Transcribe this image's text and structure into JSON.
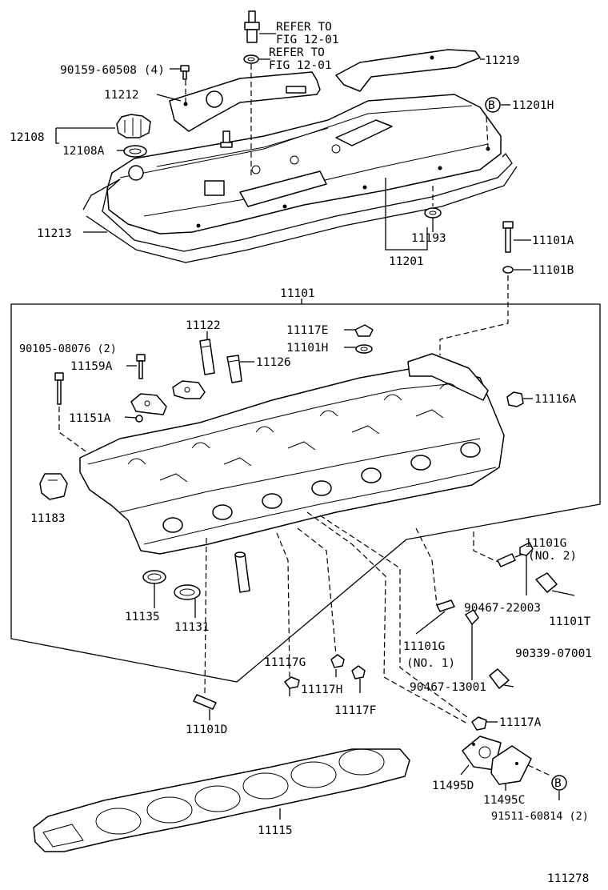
{
  "title": "",
  "diagram_id": "111278",
  "callouts": {
    "refer_1": "REFER TO",
    "refer_1b": "FIG 12-01",
    "refer_2": "REFER TO",
    "refer_2b": "FIG 12-01",
    "p90159": "90159-60508 (4)",
    "p11212": "11212",
    "p11219": "11219",
    "p11201H": "11201H",
    "p12108": "12108",
    "p12108A": "12108A",
    "p11213": "11213",
    "p11193": "11193",
    "p11201": "11201",
    "p11101A": "11101A",
    "p11101B": "11101B",
    "p11101": "11101",
    "p90105": "90105-08076 (2)",
    "p11122": "11122",
    "p11117E": "11117E",
    "p11101H": "11101H",
    "p11159A": "11159A",
    "p11126": "11126",
    "p11116A": "11116A",
    "p11151A": "11151A",
    "p11183": "11183",
    "p11101G2": "11101G",
    "p11101G2b": "(NO. 2)",
    "p90467_22003": "90467-22003",
    "p11101T": "11101T",
    "p11135": "11135",
    "p11131": "11131",
    "p11101G1": "11101G",
    "p11101G1b": "(NO. 1)",
    "p90339": "90339-07001",
    "p11117G": "11117G",
    "p11117H": "11117H",
    "p90467_13001": "90467-13001",
    "p11117F": "11117F",
    "p11101D": "11101D",
    "p11117A": "11117A",
    "p11495D": "11495D",
    "p11495C": "11495C",
    "p11115": "11115",
    "p91511": "91511-60814 (2)",
    "ref_b": "B"
  }
}
